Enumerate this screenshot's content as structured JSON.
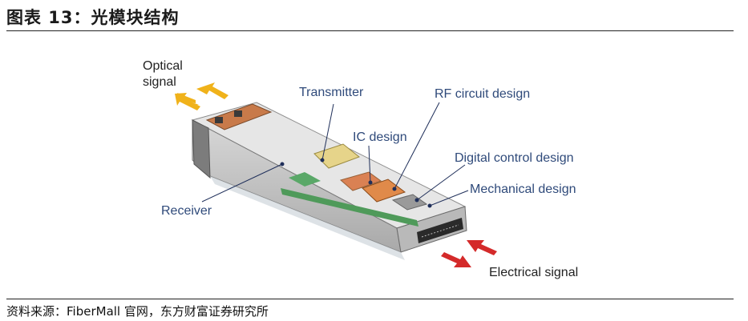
{
  "header": {
    "title": "图表 13：光模块结构"
  },
  "labels": {
    "optical_line1": "Optical",
    "optical_line2": "signal",
    "transmitter": "Transmitter",
    "rf_circuit": "RF circuit design",
    "ic_design": "IC design",
    "digital_control": "Digital control design",
    "mechanical": "Mechanical design",
    "receiver": "Receiver",
    "electrical": "Electrical signal"
  },
  "footer": {
    "source": "资料来源：FiberMall 官网，东方财富证券研究所"
  },
  "colors": {
    "label_blue": "#2f4a7a",
    "optical_arrow": "#f0b21a",
    "electrical_arrow": "#d42a2a",
    "leader_line": "#1f2f5a"
  }
}
